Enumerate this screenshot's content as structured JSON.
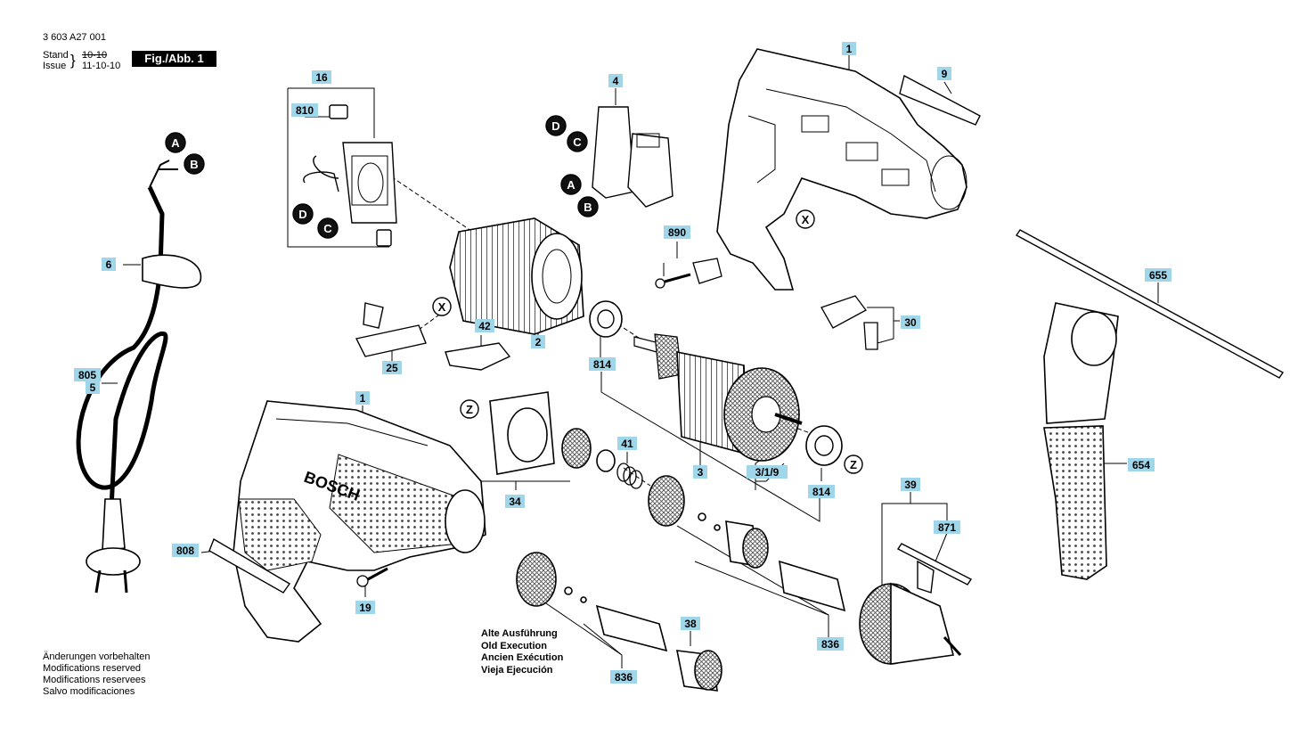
{
  "header": {
    "part_number": "3 603 A27 001",
    "stand_label": "Stand",
    "issue_label": "Issue",
    "stand_date": "10-10",
    "issue_date": "11-10-10",
    "figure_label": "Fig./Abb. 1"
  },
  "footer_notes": [
    "Änderungen vorbehalten",
    "Modifications reserved",
    "Modifications reservees",
    "Salvo modificaciones"
  ],
  "old_execution": [
    "Alte Ausführung",
    "Old Execution",
    "Ancien Exécution",
    "Vieja Ejecución"
  ],
  "part_labels": [
    {
      "id": "p1a",
      "text": "1"
    },
    {
      "id": "p9",
      "text": "9"
    },
    {
      "id": "p16",
      "text": "16"
    },
    {
      "id": "p810",
      "text": "810"
    },
    {
      "id": "p4",
      "text": "4"
    },
    {
      "id": "p890",
      "text": "890"
    },
    {
      "id": "p655",
      "text": "655"
    },
    {
      "id": "p30",
      "text": "30"
    },
    {
      "id": "p6",
      "text": "6"
    },
    {
      "id": "p2",
      "text": "2"
    },
    {
      "id": "p42",
      "text": "42"
    },
    {
      "id": "p25",
      "text": "25"
    },
    {
      "id": "p814a",
      "text": "814"
    },
    {
      "id": "p805",
      "text": "805"
    },
    {
      "id": "p5",
      "text": "5"
    },
    {
      "id": "p1b",
      "text": "1"
    },
    {
      "id": "p41",
      "text": "41"
    },
    {
      "id": "p34",
      "text": "34"
    },
    {
      "id": "p3",
      "text": "3"
    },
    {
      "id": "p319",
      "text": "3/1/9"
    },
    {
      "id": "p814b",
      "text": "814"
    },
    {
      "id": "p654",
      "text": "654"
    },
    {
      "id": "p39",
      "text": "39"
    },
    {
      "id": "p871",
      "text": "871"
    },
    {
      "id": "p808",
      "text": "808"
    },
    {
      "id": "p19",
      "text": "19"
    },
    {
      "id": "p38",
      "text": "38"
    },
    {
      "id": "p836a",
      "text": "836"
    },
    {
      "id": "p836b",
      "text": "836"
    }
  ],
  "callouts": [
    {
      "id": "cA1",
      "text": "A"
    },
    {
      "id": "cB1",
      "text": "B"
    },
    {
      "id": "cD1",
      "text": "D"
    },
    {
      "id": "cC1",
      "text": "C"
    },
    {
      "id": "cD2",
      "text": "D"
    },
    {
      "id": "cC2",
      "text": "C"
    },
    {
      "id": "cA2",
      "text": "A"
    },
    {
      "id": "cB2",
      "text": "B"
    },
    {
      "id": "cX1",
      "text": "X"
    },
    {
      "id": "cX2",
      "text": "X"
    },
    {
      "id": "cZ1",
      "text": "Z"
    },
    {
      "id": "cZ2",
      "text": "Z"
    }
  ],
  "brand_text": "BOSCH",
  "colors": {
    "label_bg": "#9fd6ea",
    "callout_dark": "#111111",
    "ink": "#000000"
  }
}
